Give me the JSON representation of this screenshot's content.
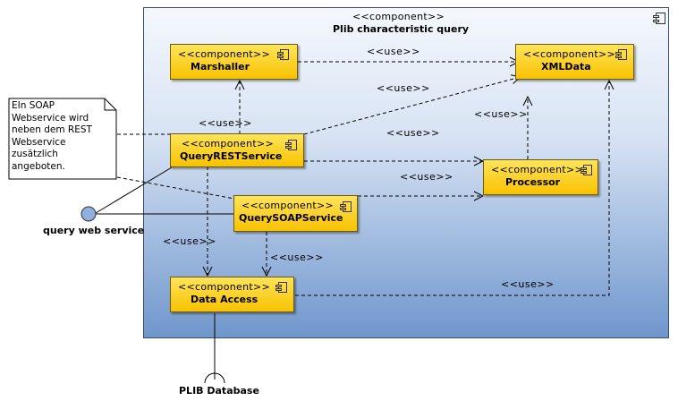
{
  "container": {
    "stereotype": "<<component>>",
    "name": "Plib characteristic query"
  },
  "components": {
    "marshaller": {
      "stereotype": "<<component>>",
      "name": "Marshaller"
    },
    "xmldata": {
      "stereotype": "<<component>>",
      "name": "XMLData"
    },
    "queryrest": {
      "stereotype": "<<component>>",
      "name": "QueryRESTService"
    },
    "processor": {
      "stereotype": "<<component>>",
      "name": "Processor"
    },
    "querysoap": {
      "stereotype": "<<component>>",
      "name": "QuerySOAPService"
    },
    "dataaccess": {
      "stereotype": "<<component>>",
      "name": "Data Access"
    }
  },
  "dependency_label": "<<use>>",
  "note": {
    "text": "EIn SOAP Webservice wird neben dem REST Webservice zusätzlich angeboten."
  },
  "interfaces": {
    "provided": "query web service",
    "required": "PLIB Database"
  }
}
